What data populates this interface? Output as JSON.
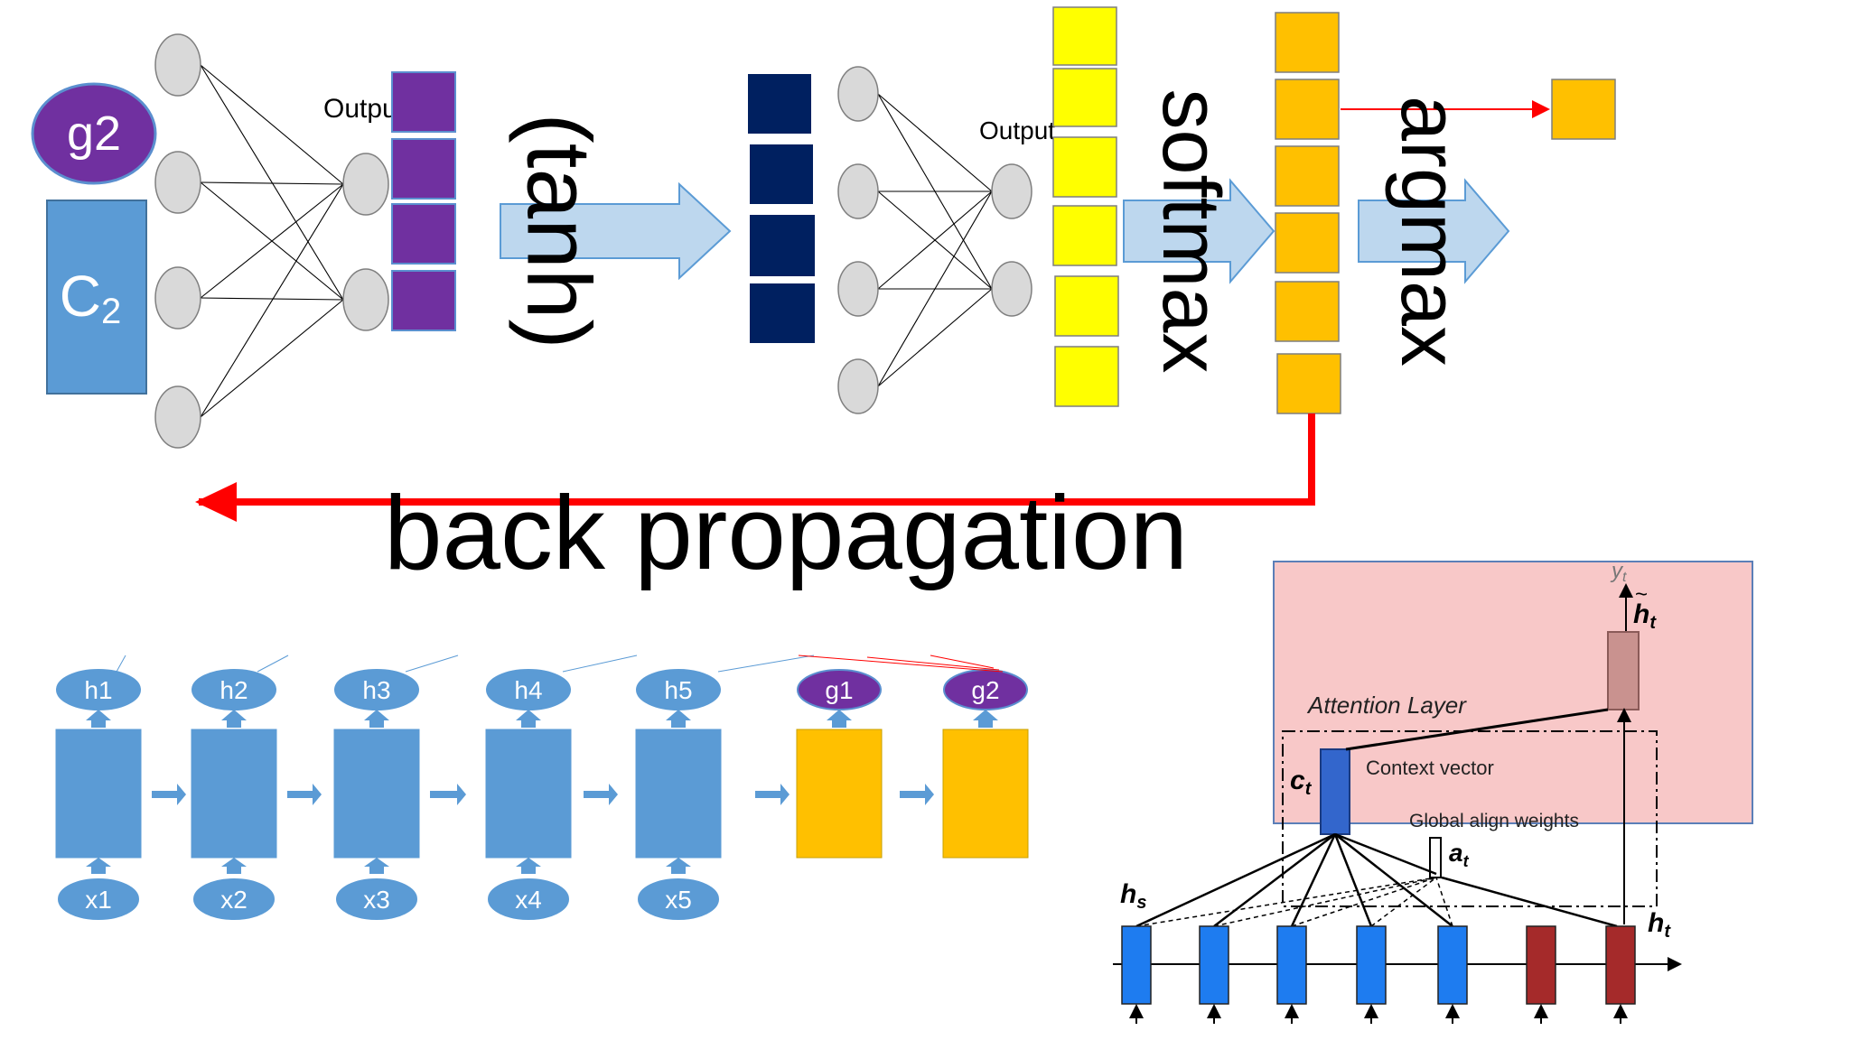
{
  "colors": {
    "purple": "#7030A0",
    "lightblue": "#5B9BD5",
    "navy": "#002060",
    "yellow": "#FFFF00",
    "orange": "#FFC000",
    "red": "#FF0000",
    "arrow_fill": "#BDD7EE",
    "arrow_stroke": "#5B9BD5",
    "attention_bg": "#F8C8C8",
    "rnn_blue": "#1E7CF0",
    "rnn_red": "#A52A2A"
  },
  "labels": {
    "g2_top": "g2",
    "c2": "C",
    "c2_sub": "2",
    "output_1": "Output",
    "output_2": "Output",
    "tanh": "(tanh)",
    "softmax": "softmax",
    "argmax": "argmax",
    "back_propagation": "back propagation"
  },
  "rnn_chain": {
    "outputs": [
      "h1",
      "h2",
      "h3",
      "h4",
      "h5",
      "g1",
      "g2"
    ],
    "inputs": [
      "x1",
      "x2",
      "x3",
      "x4",
      "x5"
    ]
  },
  "attention": {
    "yt": "y",
    "yt_sub": "t",
    "ht_tilde": "h",
    "ht_tilde_sub": "t",
    "layer_title": "Attention Layer",
    "context_vector": "Context vector",
    "ct": "c",
    "ct_sub": "t",
    "global_align": "Global align weights",
    "at": "a",
    "at_sub": "t",
    "hs": "h",
    "hs_sub": "s",
    "ht": "h",
    "ht_sub": "t"
  }
}
